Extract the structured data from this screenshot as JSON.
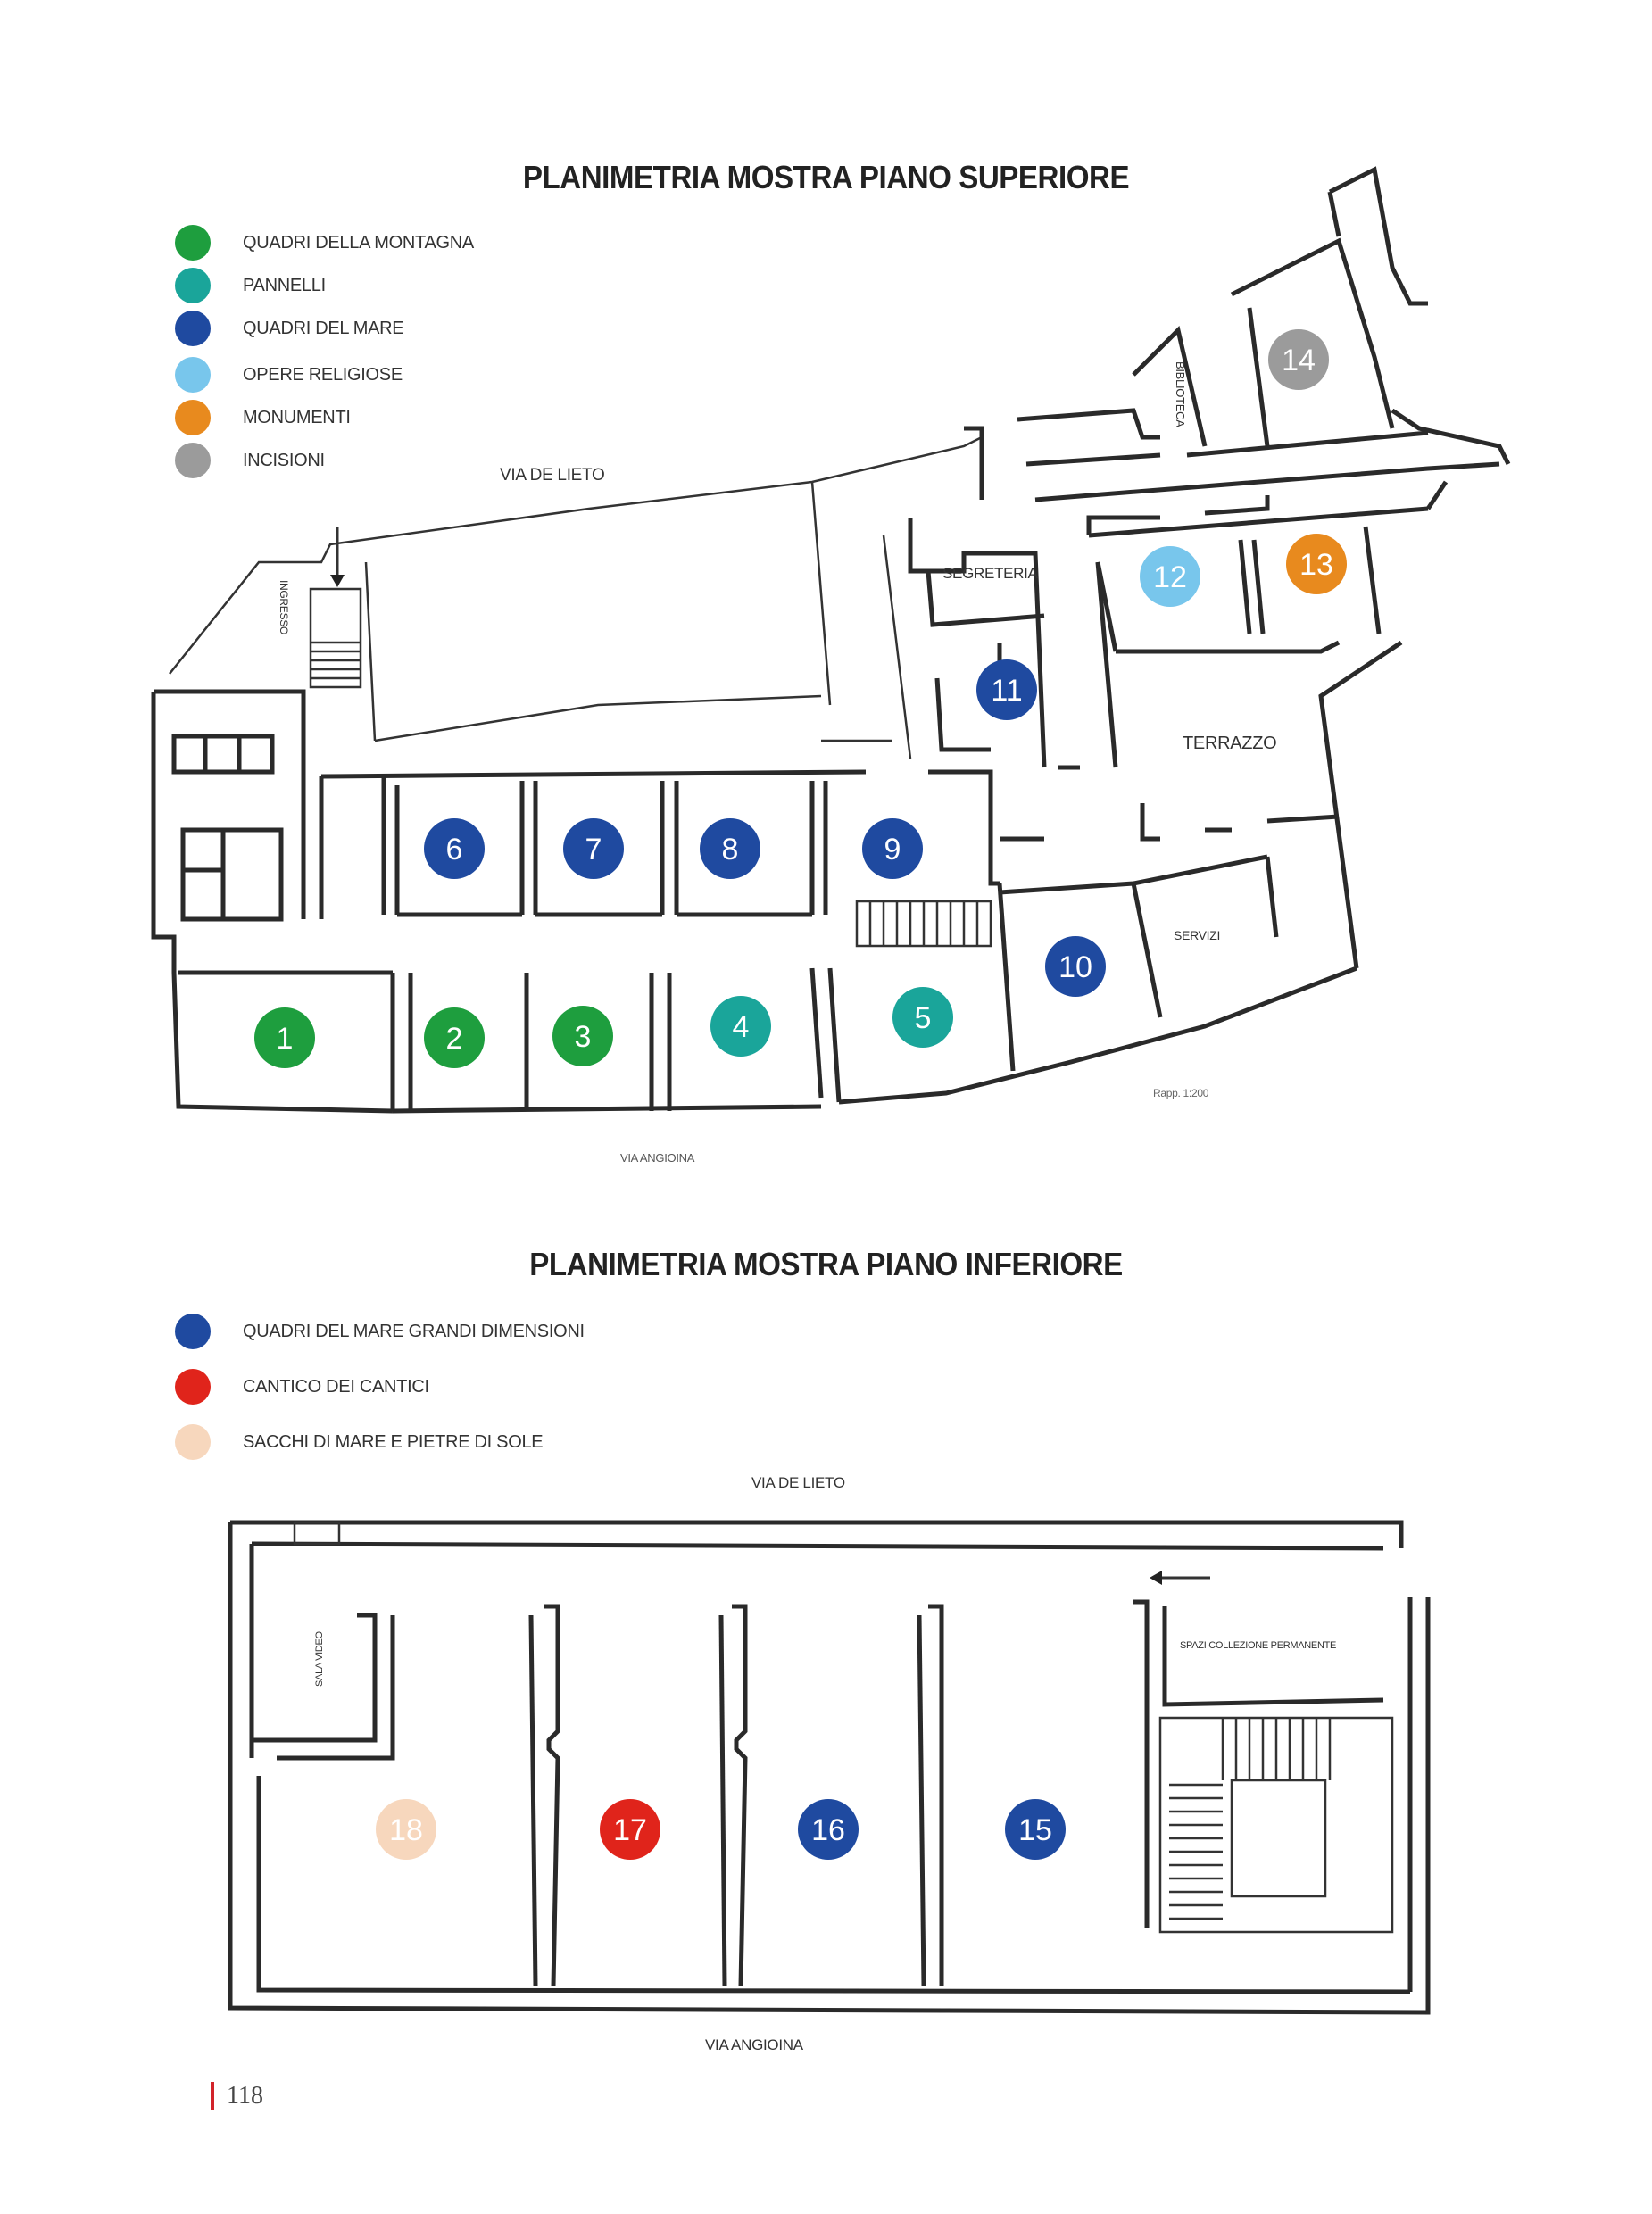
{
  "upper": {
    "title": "PLANIMETRIA MOSTRA PIANO SUPERIORE",
    "legend": [
      {
        "label": "QUADRI DELLA MONTAGNA",
        "color": "#1e9e3e"
      },
      {
        "label": "PANNELLI",
        "color": "#1aa59a"
      },
      {
        "label": "QUADRI DEL MARE",
        "color": "#1f4aa0"
      },
      {
        "label": "OPERE RELIGIOSE",
        "color": "#78c6ec"
      },
      {
        "label": "MONUMENTI",
        "color": "#e88a1e"
      },
      {
        "label": "INCISIONI",
        "color": "#9b9b9b"
      }
    ],
    "labels": {
      "via_de_lieto": "VIA DE LIETO",
      "ingresso": "INGRESSO",
      "segreteria": "SEGRETERIA",
      "biblioteca": "BIBLIOTECA",
      "terrazzo": "TERRAZZO",
      "servizi": "SERVIZI",
      "scale": "Rapp. 1:200",
      "via_angioina": "VIA ANGIOINA"
    },
    "rooms": [
      {
        "n": "1",
        "color": "#1e9e3e"
      },
      {
        "n": "2",
        "color": "#1e9e3e"
      },
      {
        "n": "3",
        "color": "#1e9e3e"
      },
      {
        "n": "4",
        "color": "#1aa59a"
      },
      {
        "n": "5",
        "color": "#1aa59a"
      },
      {
        "n": "6",
        "color": "#1f4aa0"
      },
      {
        "n": "7",
        "color": "#1f4aa0"
      },
      {
        "n": "8",
        "color": "#1f4aa0"
      },
      {
        "n": "9",
        "color": "#1f4aa0"
      },
      {
        "n": "10",
        "color": "#1f4aa0"
      },
      {
        "n": "11",
        "color": "#1f4aa0"
      },
      {
        "n": "12",
        "color": "#78c6ec"
      },
      {
        "n": "13",
        "color": "#e88a1e"
      },
      {
        "n": "14",
        "color": "#9b9b9b"
      }
    ]
  },
  "lower": {
    "title": "PLANIMETRIA MOSTRA PIANO INFERIORE",
    "legend": [
      {
        "label": "QUADRI DEL MARE GRANDI DIMENSIONI",
        "color": "#1f4aa0"
      },
      {
        "label": "CANTICO DEI CANTICI",
        "color": "#e0241b"
      },
      {
        "label": "SACCHI DI MARE E PIETRE DI SOLE",
        "color": "#f7d7bd"
      }
    ],
    "labels": {
      "via_de_lieto": "VIA DE LIETO",
      "sala_video": "SALA VIDEO",
      "spazi": "SPAZI COLLEZIONE PERMANENTE",
      "via_angioina": "VIA ANGIOINA"
    },
    "rooms": [
      {
        "n": "15",
        "color": "#1f4aa0"
      },
      {
        "n": "16",
        "color": "#1f4aa0"
      },
      {
        "n": "17",
        "color": "#e0241b"
      },
      {
        "n": "18",
        "color": "#f7d7bd"
      }
    ]
  },
  "page_number": "118",
  "accent": "#d2232a"
}
